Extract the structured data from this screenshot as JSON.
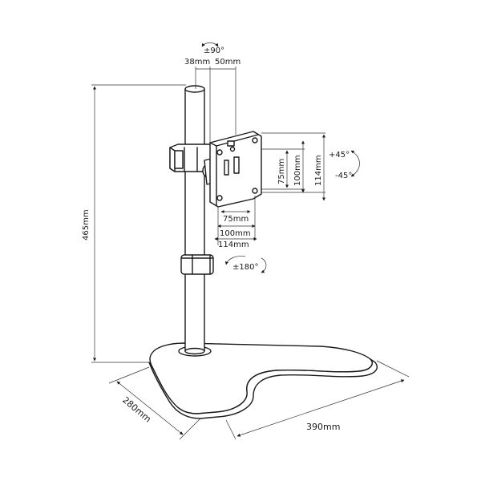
{
  "dimensions": {
    "rotation_top": "±90°",
    "offset_38": "38mm",
    "offset_50": "50mm",
    "height_total": "465mm",
    "vesa_75_v": "75mm",
    "vesa_100_v": "100mm",
    "vesa_114_v": "114mm",
    "tilt_up": "+45°",
    "tilt_down": "-45°",
    "vesa_75_h": "75mm",
    "vesa_100_h": "100mm",
    "vesa_114_h": "114mm",
    "swivel": "±180°",
    "base_depth": "280mm",
    "base_width": "390mm"
  },
  "colors": {
    "line": "#1a1a1a",
    "background": "#ffffff"
  }
}
